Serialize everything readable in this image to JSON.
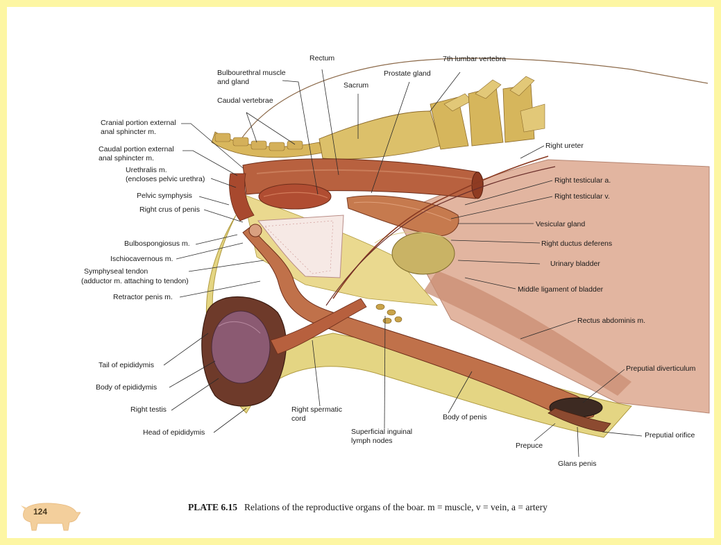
{
  "labels": {
    "rectum": "Rectum",
    "seventh_lumbar_vertebra": "7th lumbar vertebra",
    "bulbourethral_line1": "Bulbourethral muscle",
    "bulbourethral_line2": "and gland",
    "prostate_gland": "Prostate gland",
    "sacrum": "Sacrum",
    "caudal_vertebrae": "Caudal vertebrae",
    "cranial_ext_sphincter_line1": "Cranial portion external",
    "cranial_ext_sphincter_line2": "anal sphincter m.",
    "caudal_ext_sphincter_line1": "Caudal portion external",
    "caudal_ext_sphincter_line2": "anal sphincter m.",
    "urethralis_line1": "Urethralis m.",
    "urethralis_line2": "(encloses pelvic urethra)",
    "pelvic_symphysis": "Pelvic symphysis",
    "right_crus_of_penis": "Right crus of penis",
    "bulbospongiosus": "Bulbospongiosus m.",
    "ischiocavernous": "Ischiocavernous m.",
    "symphyseal_tendon_line1": "Symphyseal tendon",
    "symphyseal_tendon_line2": "(adductor m. attaching to tendon)",
    "retractor_penis": "Retractor penis m.",
    "tail_of_epididymis": "Tail of epididymis",
    "body_of_epididymis": "Body of epididymis",
    "right_testis": "Right testis",
    "head_of_epididymis": "Head of epididymis",
    "right_spermatic_cord_line1": "Right spermatic",
    "right_spermatic_cord_line2": "cord",
    "superficial_inguinal_line1": "Superficial inguinal",
    "superficial_inguinal_line2": "lymph nodes",
    "body_of_penis": "Body of penis",
    "prepuce": "Prepuce",
    "glans_penis": "Glans penis",
    "preputial_orifice": "Preputial orifice",
    "preputial_diverticulum": "Preputial diverticulum",
    "rectus_abdominis": "Rectus abdominis m.",
    "middle_ligament_of_bladder": "Middle ligament of bladder",
    "urinary_bladder": "Urinary bladder",
    "right_ductus_deferens": "Right ductus deferens",
    "vesicular_gland": "Vesicular gland",
    "right_testicular_v": "Right testicular v.",
    "right_testicular_a": "Right testicular a.",
    "right_ureter": "Right ureter"
  },
  "caption": {
    "plate_id": "PLATE 6.15",
    "text": "Relations of the reproductive organs of the boar. m = muscle, v = vein, a = artery"
  },
  "page_number": "124",
  "colors": {
    "frame": "#fdf6a3",
    "fat": "#e4d583",
    "muscle": "#b8613f",
    "bone": "#d9b75d",
    "testis": "#7f4c62",
    "abdomen": "#e2b5a0"
  }
}
